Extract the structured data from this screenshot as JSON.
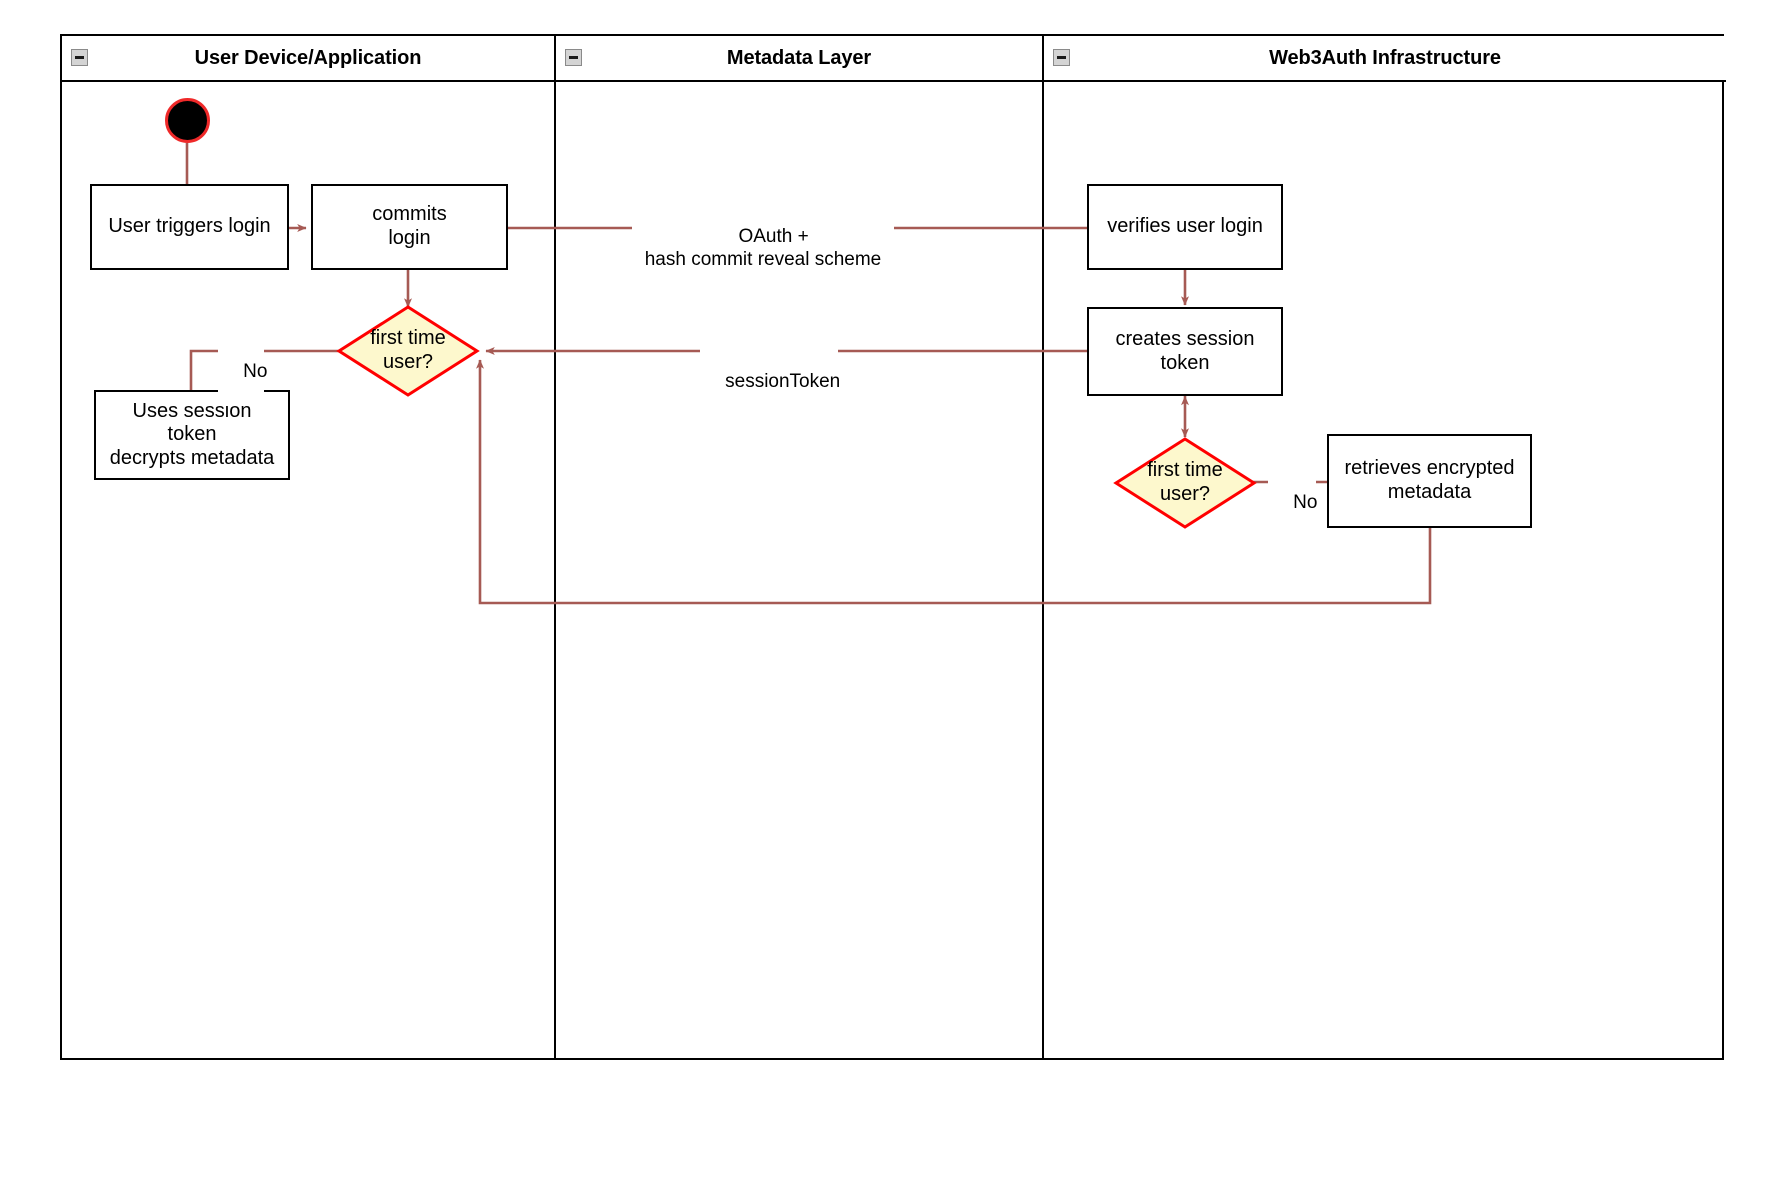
{
  "diagram": {
    "type": "uml-activity-swimlane",
    "title": "Web3Auth login flow",
    "colors": {
      "lane_border": "#000000",
      "node_border": "#000000",
      "node_fill": "#ffffff",
      "decision_fill": "#fdf8cd",
      "decision_border": "#ff0000",
      "connector": "#a65a54",
      "start_node_fill": "#000000",
      "start_node_border": "#ef2929",
      "collapse_icon_fill": "#d4d4d4"
    }
  },
  "lanes": [
    {
      "id": "user-device",
      "title": "User Device/Application",
      "collapse_icon": "collapse-minus-icon"
    },
    {
      "id": "metadata-layer",
      "title": "Metadata Layer",
      "collapse_icon": "collapse-minus-icon"
    },
    {
      "id": "web3auth",
      "title": "Web3Auth Infrastructure",
      "collapse_icon": "collapse-minus-icon"
    }
  ],
  "nodes": {
    "start": {
      "kind": "initial-node",
      "label": ""
    },
    "user_triggers_login": {
      "kind": "activity",
      "label": "User triggers login",
      "lane": "user-device"
    },
    "commits_login": {
      "kind": "activity",
      "label": "commits\nlogin",
      "lane": "user-device"
    },
    "decision_user": {
      "kind": "decision",
      "label": "first time\nuser?",
      "lane": "user-device"
    },
    "uses_session_token": {
      "kind": "activity",
      "label": "Uses session\ntoken\ndecrypts metadata",
      "lane": "user-device"
    },
    "verifies_user_login": {
      "kind": "activity",
      "label": "verifies user login",
      "lane": "web3auth"
    },
    "creates_session_token": {
      "kind": "activity",
      "label": "creates session\ntoken",
      "lane": "web3auth"
    },
    "decision_web3auth": {
      "kind": "decision",
      "label": "first time\nuser?",
      "lane": "web3auth"
    },
    "retrieves_encrypted_metadata": {
      "kind": "activity",
      "label": "retrieves encrypted\nmetadata",
      "lane": "web3auth"
    }
  },
  "edge_labels": {
    "oauth": "OAuth +\nhash commit reveal scheme",
    "session_token": "sessionToken",
    "no_left": "No",
    "no_right": "No"
  },
  "edges": [
    {
      "from": "start",
      "to": "user_triggers_login",
      "label": ""
    },
    {
      "from": "user_triggers_login",
      "to": "commits_login",
      "label": "",
      "arrow": "single"
    },
    {
      "from": "commits_login",
      "to": "verifies_user_login",
      "label": "OAuth +\nhash commit reveal scheme",
      "arrow": "none"
    },
    {
      "from": "commits_login",
      "to": "decision_user",
      "label": "",
      "arrow": "single"
    },
    {
      "from": "decision_user",
      "to": "uses_session_token",
      "label": "No",
      "arrow": "none"
    },
    {
      "from": "verifies_user_login",
      "to": "creates_session_token",
      "label": "",
      "arrow": "single"
    },
    {
      "from": "creates_session_token",
      "to": "decision_user",
      "label": "sessionToken",
      "arrow": "single"
    },
    {
      "from": "creates_session_token",
      "to": "decision_web3auth",
      "label": "",
      "arrow": "double"
    },
    {
      "from": "decision_web3auth",
      "to": "retrieves_encrypted_metadata",
      "label": "No",
      "arrow": "none"
    },
    {
      "from": "retrieves_encrypted_metadata",
      "to": "decision_user",
      "label": "",
      "arrow": "single"
    }
  ]
}
